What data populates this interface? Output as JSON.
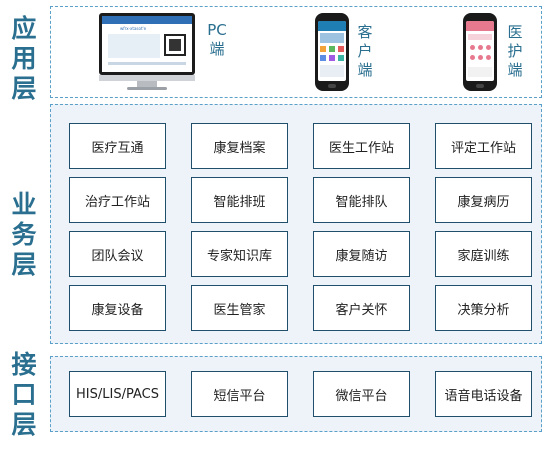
{
  "layers": {
    "application": {
      "label": [
        "应",
        "用",
        "层"
      ]
    },
    "business": {
      "label": [
        "业",
        "务",
        "层"
      ]
    },
    "interface": {
      "label": [
        "接",
        "口",
        "层"
      ]
    }
  },
  "devices": {
    "pc": {
      "label": "PC端",
      "label_lines": [
        "PC",
        "端"
      ],
      "screen_title": "wfrx-xtasot'e"
    },
    "customer": {
      "label_lines": [
        "客",
        "户",
        "端"
      ]
    },
    "medical": {
      "label_lines": [
        "医",
        "护",
        "端"
      ]
    }
  },
  "business_modules": [
    [
      "医疗互通",
      "康复档案",
      "医生工作站",
      "评定工作站"
    ],
    [
      "治疗工作站",
      "智能排班",
      "智能排队",
      "康复病历"
    ],
    [
      "团队会议",
      "专家知识库",
      "康复随访",
      "家庭训练"
    ],
    [
      "康复设备",
      "医生管家",
      "客户关怀",
      "决策分析"
    ]
  ],
  "interface_modules": [
    "HIS/LIS/PACS",
    "短信平台",
    "微信平台",
    "语音电话设备"
  ],
  "colors": {
    "accent": "#2a6f8f",
    "panel_border": "#5aa0c8",
    "panel_bg": "#eef3f9",
    "cell_border": "#1f4f6b",
    "customer_app_header": "#1f7fb5",
    "medical_app_header": "#e7798f"
  }
}
